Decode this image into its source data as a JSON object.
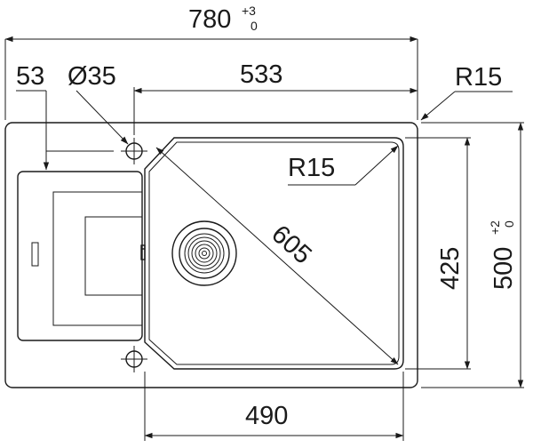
{
  "dimensions": {
    "overall_width": {
      "value": "780",
      "tol_upper": "+3",
      "tol_lower": "0"
    },
    "left_offset": "53",
    "hole_diameter": "Ø35",
    "bowl_top_width": "533",
    "outer_corner_radius": "R15",
    "inner_corner_radius": "R15",
    "bowl_diagonal": "605",
    "bowl_depth": "425",
    "overall_depth": {
      "value": "500",
      "tol_upper": "+2",
      "tol_lower": "0"
    },
    "bowl_bottom_width": "490"
  }
}
